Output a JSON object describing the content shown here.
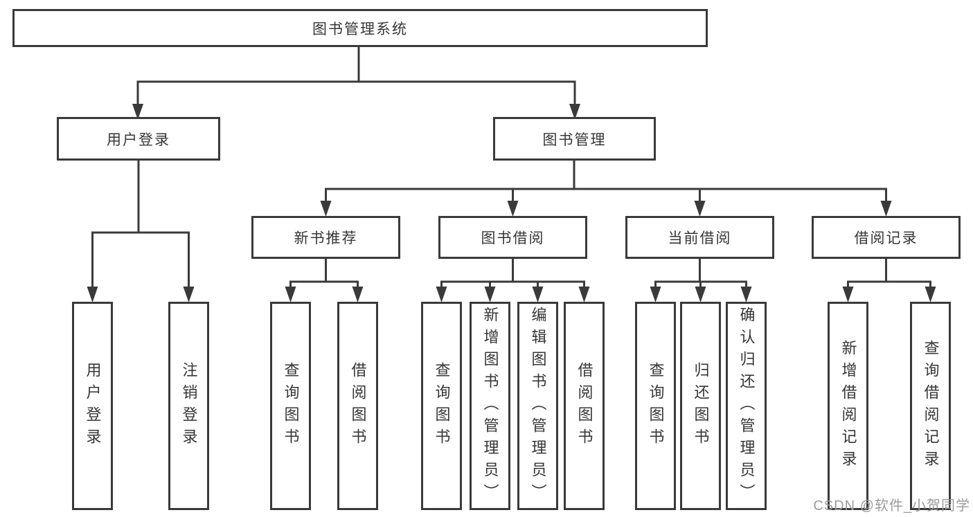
{
  "tree": {
    "label": "图书管理系统",
    "children": [
      {
        "label": "用户登录",
        "children": [
          {
            "label": "用户登录"
          },
          {
            "label": "注销登录"
          }
        ]
      },
      {
        "label": "图书管理",
        "children": [
          {
            "label": "新书推荐",
            "children": [
              {
                "label": "查询图书"
              },
              {
                "label": "借阅图书"
              }
            ]
          },
          {
            "label": "图书借阅",
            "children": [
              {
                "label": "查询图书"
              },
              {
                "label": "新增图书（管理员）"
              },
              {
                "label": "编辑图书（管理员）"
              },
              {
                "label": "借阅图书"
              }
            ]
          },
          {
            "label": "当前借阅",
            "children": [
              {
                "label": "查询图书"
              },
              {
                "label": "归还图书"
              },
              {
                "label": "确认归还（管理员）"
              }
            ]
          },
          {
            "label": "借阅记录",
            "children": [
              {
                "label": "新增借阅记录"
              },
              {
                "label": "查询借阅记录"
              }
            ]
          }
        ]
      }
    ]
  },
  "watermark": {
    "text": "CSDN @软件_小贺同学"
  },
  "colors": {
    "line": "#3a3a3a",
    "box_background": "#ffffff",
    "watermark_gray": "#9b9b9b"
  }
}
